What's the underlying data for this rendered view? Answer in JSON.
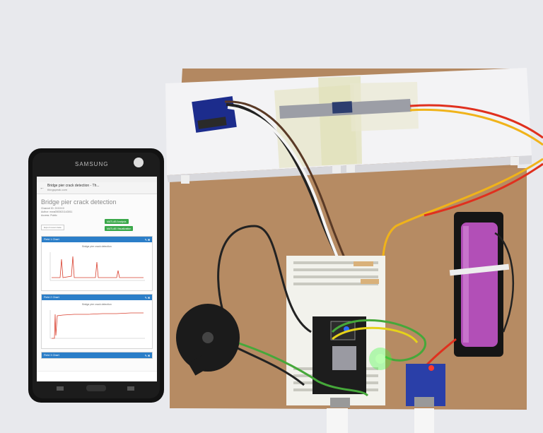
{
  "phone": {
    "brand": "SAMSUNG",
    "tab_title": "Bridge pier crack detection - Th...",
    "tab_url": "thingspeak.com",
    "page_title": "Bridge pier crack detection",
    "meta_lines": [
      "Channel ID: 2XXXXX",
      "Author: mwa0000021143011",
      "Access: Public"
    ],
    "share_label": "Export recent data",
    "matlab_analysis": "MATLAB Analysis",
    "matlab_visualization": "MATLAB Visualization",
    "chart1": {
      "header": "Field 1 Chart",
      "title": "Bridge pier crack detection"
    },
    "chart2": {
      "header": "Field 2 Chart",
      "title": "Bridge pier crack detection"
    },
    "chart3": {
      "header": "Field 3 Chart"
    }
  },
  "colors": {
    "wall": "#e9eaee",
    "board": "#b48a62",
    "paper": "#f4f4f6",
    "battery": "#b24fb7",
    "led_green": "#39ff3a",
    "thingspeak_blue": "#2b7ec8",
    "matlab_green": "#3aa84a"
  }
}
